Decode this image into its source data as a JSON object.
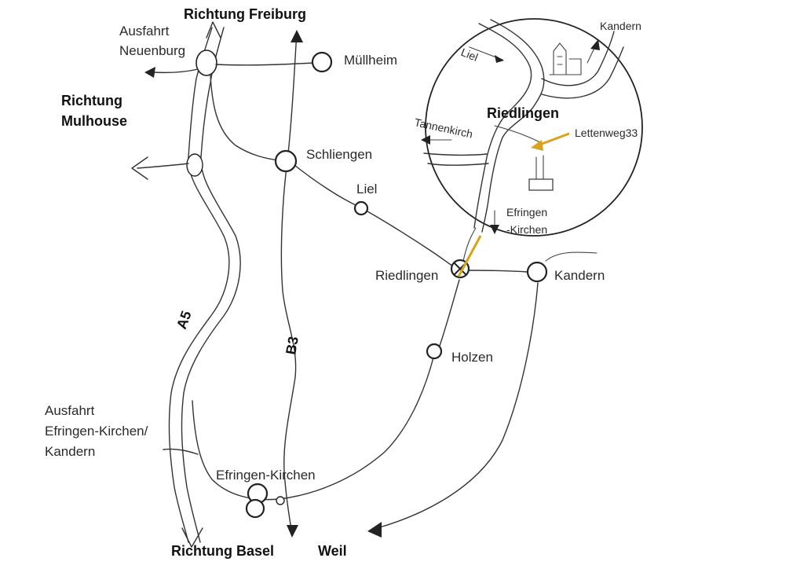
{
  "directions": {
    "freiburg": "Richtung Freiburg",
    "mulhouse_line1": "Richtung",
    "mulhouse_line2": "Mulhouse",
    "basel": "Richtung Basel",
    "weil": "Weil"
  },
  "exits": {
    "neuenburg_line1": "Ausfahrt",
    "neuenburg_line2": "Neuenburg",
    "efringen_line1": "Ausfahrt",
    "efringen_line2": "Efringen-Kirchen/",
    "efringen_line3": "Kandern"
  },
  "roads": {
    "a5": "A5",
    "b3": "B3"
  },
  "towns": {
    "muellheim": "Müllheim",
    "schliengen": "Schliengen",
    "liel": "Liel",
    "riedlingen": "Riedlingen",
    "kandern": "Kandern",
    "holzen": "Holzen",
    "efringen_kirchen": "Efringen-Kirchen"
  },
  "inset": {
    "title": "Riedlingen",
    "address": "Lettenweg33",
    "kandern": "Kandern",
    "liel": "Liel",
    "tannenkirch": "Tannenkirch",
    "efringen_line1": "Efringen",
    "efringen_line2": "-Kirchen"
  },
  "colors": {
    "accent": "#d9a21b",
    "ink": "#2a2a2a"
  }
}
